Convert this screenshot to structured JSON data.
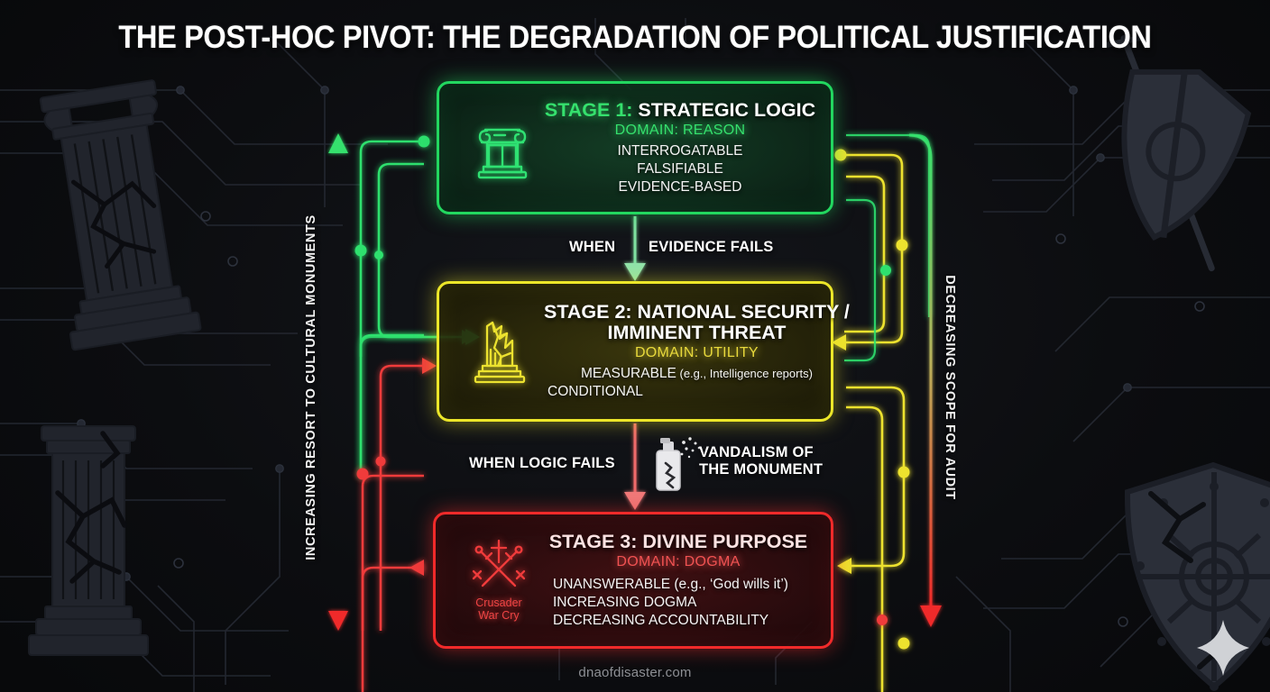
{
  "title": "THE POST-HOC PIVOT: THE DEGRADATION OF POLITICAL JUSTIFICATION",
  "footer": "dnaofdisaster.com",
  "colors": {
    "background": "#0d0e11",
    "stage1": "#22d75f",
    "stage2": "#ece629",
    "stage3": "#f02a2a",
    "title_text": "#ffffff",
    "body_text": "#f4f4f4",
    "footer_text": "#8d8f94"
  },
  "stages": [
    {
      "id": "stage-1",
      "title": "STAGE 1: STRATEGIC LOGIC",
      "title_prefix": "STAGE 1:",
      "title_rest": " STRATEGIC LOGIC",
      "domain": "DOMAIN: REASON",
      "bullets": [
        "INTERROGATABLE",
        "FALSIFIABLE",
        "EVIDENCE-BASED"
      ],
      "icon": "ionic-column-icon",
      "icon_caption": "",
      "color": "#22d75f"
    },
    {
      "id": "stage-2",
      "title_line1": "STAGE 2: NATIONAL SECURITY /",
      "title_line2": "IMMINENT THREAT",
      "domain": "DOMAIN: UTILITY",
      "bullet_1_main": "MEASURABLE",
      "bullet_1_note": " (e.g., Intelligence reports)",
      "bullet_2": "CONDITIONAL",
      "icon": "broken-monument-icon",
      "icon_caption": "",
      "color": "#ece629"
    },
    {
      "id": "stage-3",
      "title": "STAGE 3: DIVINE PURPOSE",
      "domain": "DOMAIN: DOGMA",
      "bullets": [
        "UNANSWERABLE (e.g., ‘God wills it’)",
        "INCREASING DOGMA",
        "DECREASING ACCOUNTABILITY"
      ],
      "icon": "crossed-swords-cross-icon",
      "icon_caption_line1": "Crusader",
      "icon_caption_line2": "War Cry",
      "color": "#f02a2a"
    }
  ],
  "connectors": [
    {
      "id": "connector-1-2",
      "label_left": "WHEN",
      "label_right": "EVIDENCE FAILS",
      "from": "stage-1",
      "to": "stage-2",
      "color": "#5fdc8a"
    },
    {
      "id": "connector-2-3",
      "label_left": "WHEN LOGIC FAILS",
      "label_right_line1": "VANDALISM OF",
      "label_right_line2": "THE MONUMENT",
      "icon": "spray-can-icon",
      "from": "stage-2",
      "to": "stage-3",
      "color": "#f05a5a"
    }
  ],
  "axes": {
    "left": {
      "label": "INCREASING RESORT TO CULTURAL MONUMENTS",
      "direction": "bidirectional-vertical",
      "top_color": "#35e06d",
      "bottom_color": "#f02a2a"
    },
    "right": {
      "label": "DECREASING SCOPE FOR AUDIT",
      "direction": "downward",
      "top_color": "#35e06d",
      "bottom_color": "#f02a2a"
    }
  },
  "watermarks": [
    {
      "name": "cracked-column-top-left",
      "icon": "column-icon"
    },
    {
      "name": "cracked-column-bottom-left",
      "icon": "column-icon"
    },
    {
      "name": "shield-sword-top-right",
      "icon": "shield-icon"
    },
    {
      "name": "cracked-shield-bottom-right",
      "icon": "shield-icon"
    },
    {
      "name": "sparkle-bottom-right",
      "icon": "sparkle-icon"
    }
  ]
}
